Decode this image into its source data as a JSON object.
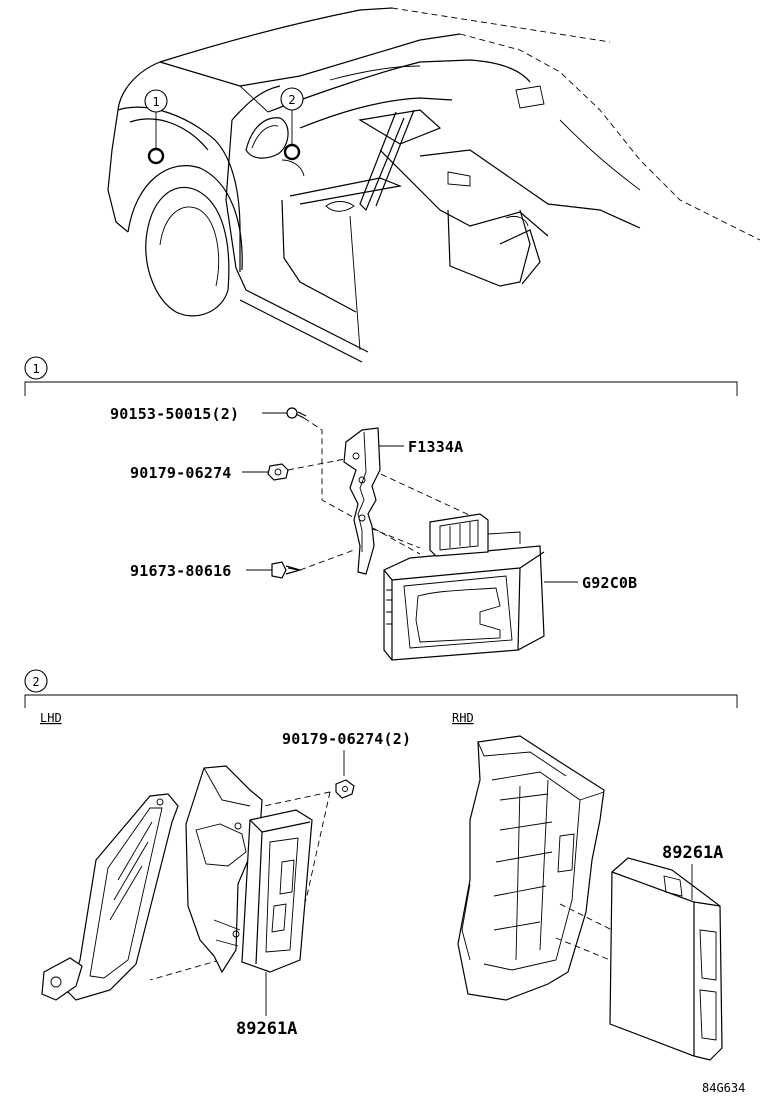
{
  "callouts": {
    "one": "1",
    "two": "2"
  },
  "section1": {
    "parts": {
      "bolt_a": "90153-50015(2)",
      "nut": "90179-06274",
      "bolt_b": "91673-80616",
      "bracket": "F1334A",
      "module": "G92C0B"
    }
  },
  "section2": {
    "lhd_label": "LHD",
    "rhd_label": "RHD",
    "nut": "90179-06274(2)",
    "lhd_module": "89261A",
    "rhd_module": "89261A"
  },
  "figure_id": "84G634"
}
